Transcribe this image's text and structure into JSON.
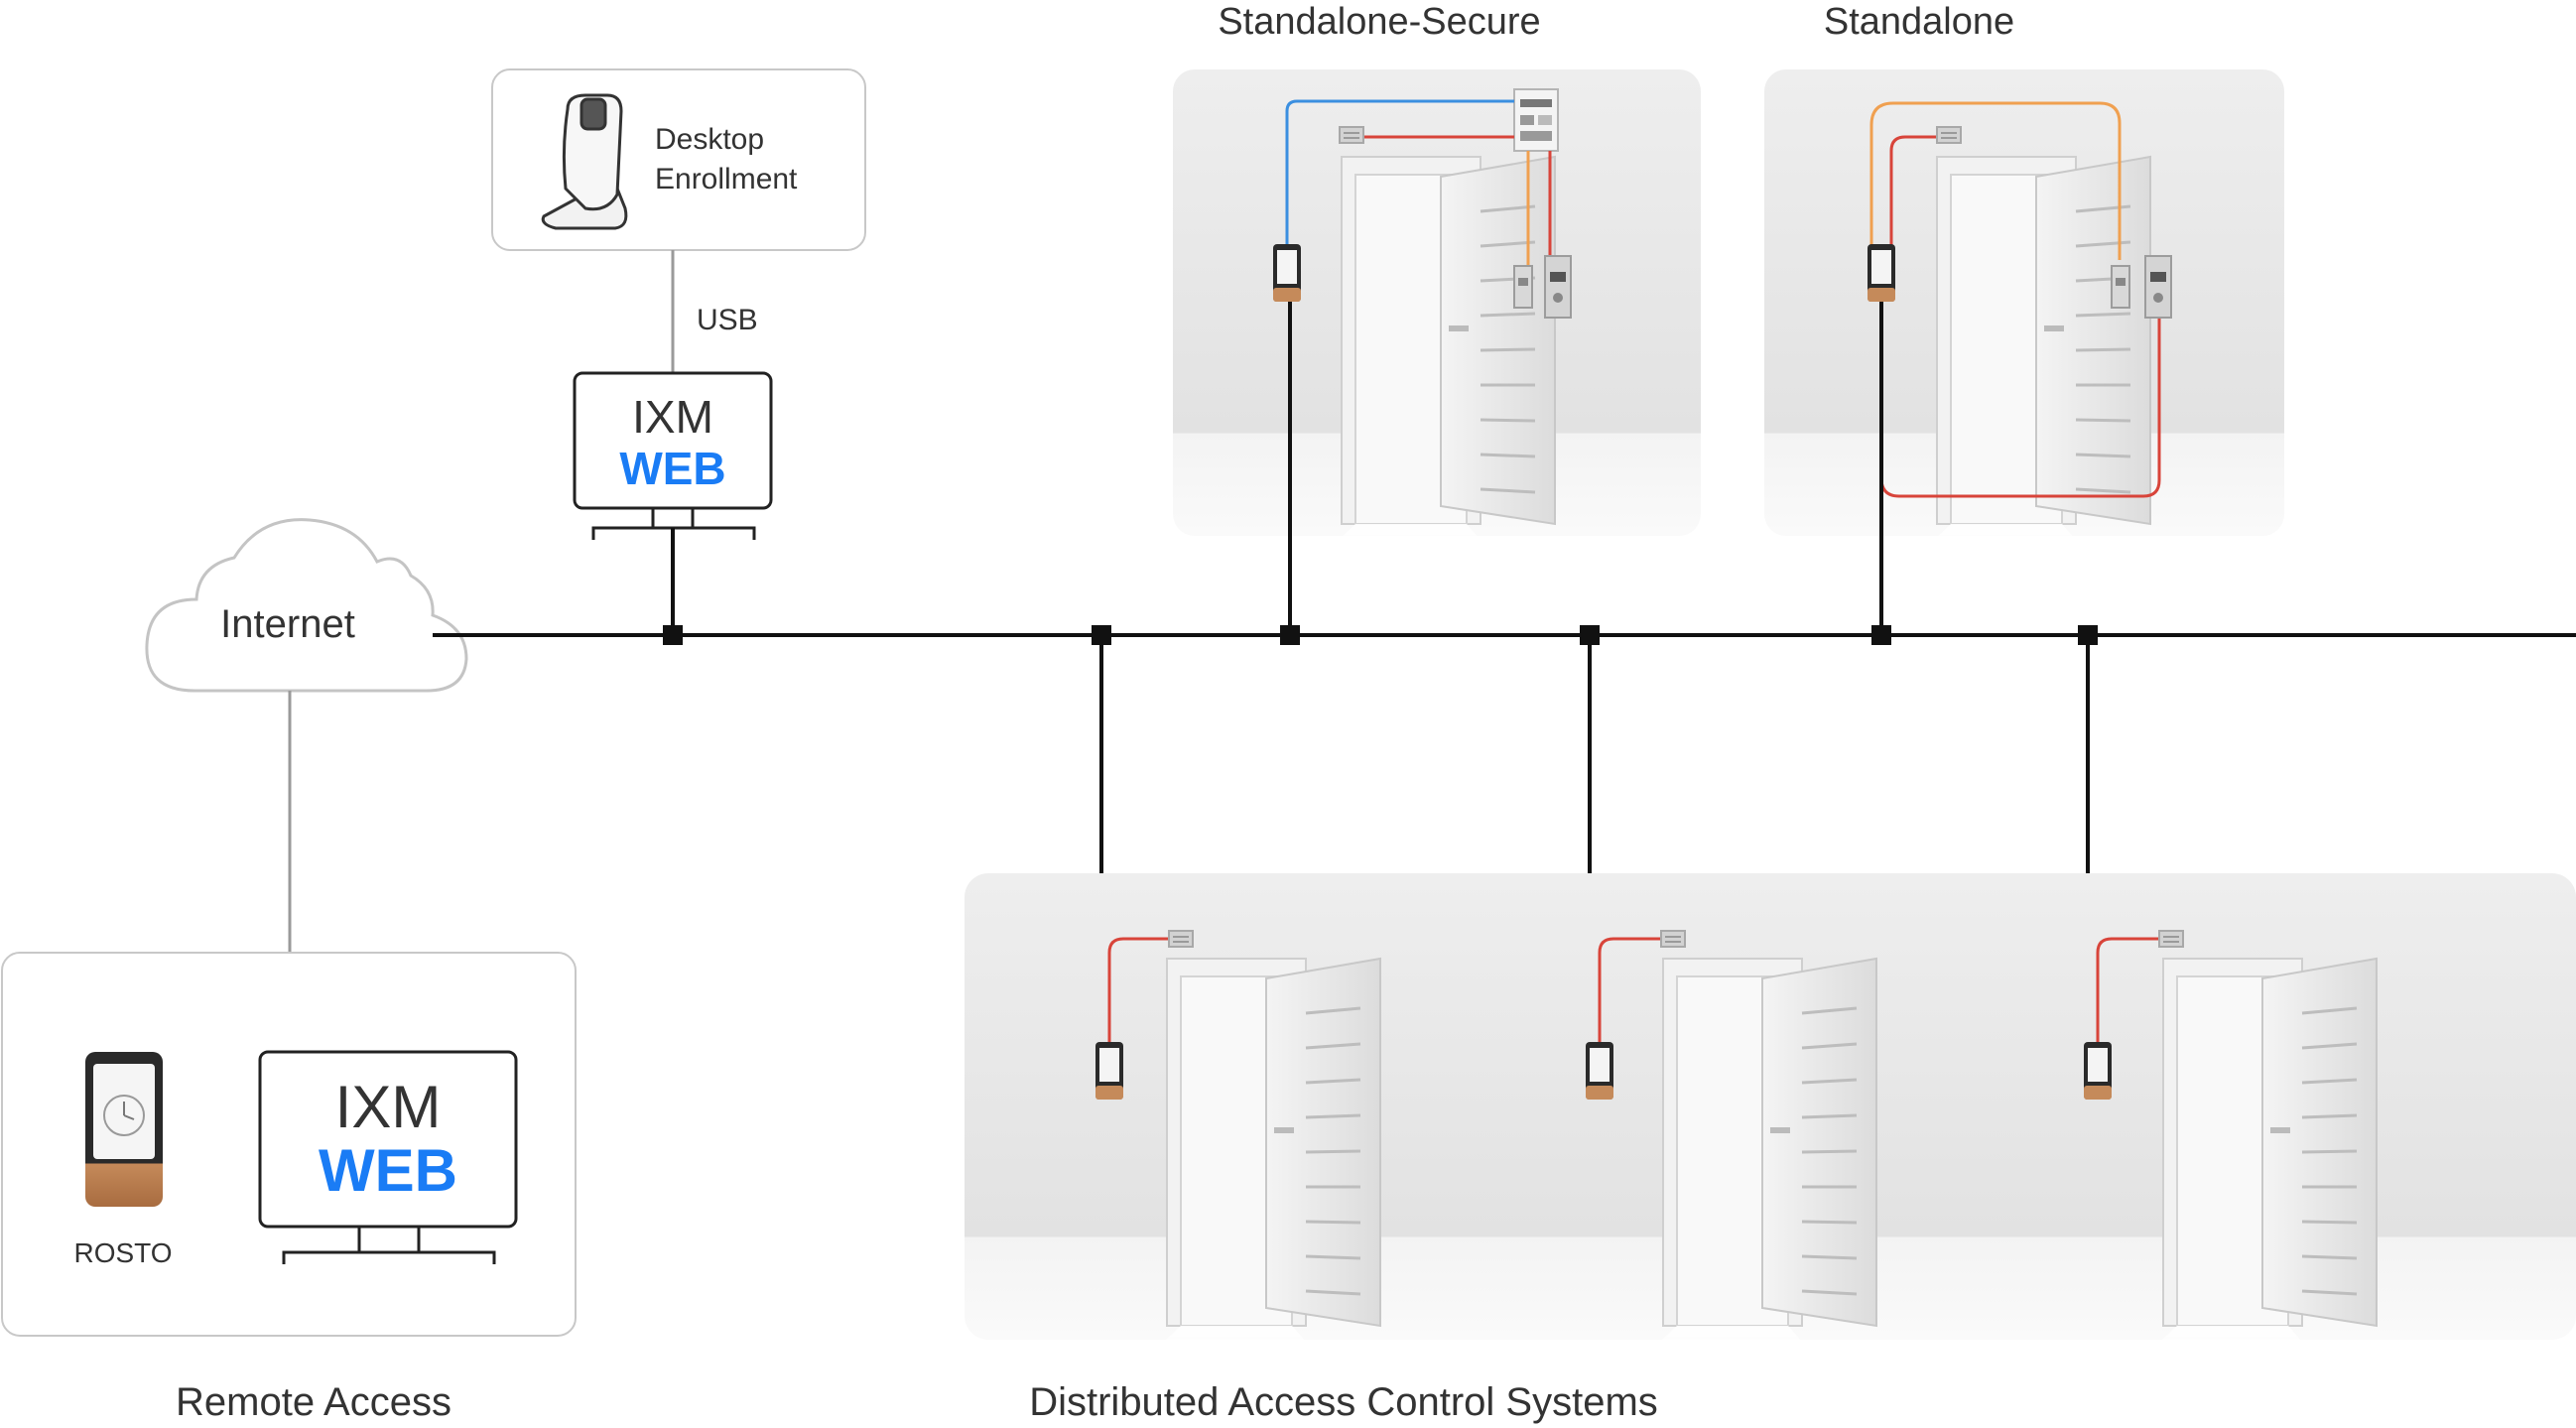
{
  "labels": {
    "standalone_secure": "Standalone-Secure",
    "standalone": "Standalone",
    "desktop_enrollment_line1": "Desktop",
    "desktop_enrollment_line2": "Enrollment",
    "usb": "USB",
    "internet": "Internet",
    "remote_access": "Remote Access",
    "distributed": "Distributed Access Control Systems",
    "rosto": "ROSTO"
  },
  "ixm_web_top": {
    "line1": "IXM",
    "line2": "WEB"
  },
  "ixm_web_remote": {
    "line1": "IXM",
    "line2": "WEB"
  },
  "colors": {
    "brand_blue": "#1a7cf5",
    "wire_red": "#d8443a",
    "wire_blue": "#3b8fe0",
    "wire_orange": "#f0a050",
    "network_line": "#111111",
    "panel_border": "#c8c8c8",
    "room_wall": "#e6e6e6",
    "device_copper": "#c58a5a"
  },
  "icons": {
    "enrollment_scanner": "fingerprint-scanner-icon",
    "cloud": "cloud-icon",
    "monitor": "monitor-icon",
    "reader": "access-reader-icon",
    "door": "open-door-icon"
  }
}
